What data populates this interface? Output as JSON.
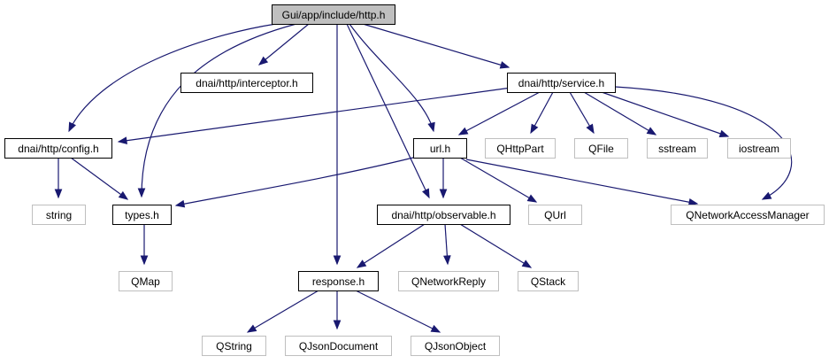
{
  "graph": {
    "edge_color": "#191970",
    "root_fill": "#bfbfbf",
    "external_border": "#bfbfbf",
    "nodes": [
      {
        "id": "http_h",
        "label": "Gui/app/include/http.h",
        "kind": "root"
      },
      {
        "id": "interceptor",
        "label": "dnai/http/interceptor.h",
        "kind": "file"
      },
      {
        "id": "service",
        "label": "dnai/http/service.h",
        "kind": "file"
      },
      {
        "id": "config",
        "label": "dnai/http/config.h",
        "kind": "file"
      },
      {
        "id": "url",
        "label": "url.h",
        "kind": "file"
      },
      {
        "id": "qhttppart",
        "label": "QHttpPart",
        "kind": "external"
      },
      {
        "id": "qfile",
        "label": "QFile",
        "kind": "external"
      },
      {
        "id": "sstream",
        "label": "sstream",
        "kind": "external"
      },
      {
        "id": "iostream",
        "label": "iostream",
        "kind": "external"
      },
      {
        "id": "string",
        "label": "string",
        "kind": "external"
      },
      {
        "id": "types",
        "label": "types.h",
        "kind": "file"
      },
      {
        "id": "observable",
        "label": "dnai/http/observable.h",
        "kind": "file"
      },
      {
        "id": "qurl",
        "label": "QUrl",
        "kind": "external"
      },
      {
        "id": "qnam",
        "label": "QNetworkAccessManager",
        "kind": "external"
      },
      {
        "id": "qmap",
        "label": "QMap",
        "kind": "external"
      },
      {
        "id": "response",
        "label": "response.h",
        "kind": "file"
      },
      {
        "id": "qnetworkreply",
        "label": "QNetworkReply",
        "kind": "external"
      },
      {
        "id": "qstack",
        "label": "QStack",
        "kind": "external"
      },
      {
        "id": "qstring",
        "label": "QString",
        "kind": "external"
      },
      {
        "id": "qjsondocument",
        "label": "QJsonDocument",
        "kind": "external"
      },
      {
        "id": "qjsonobject",
        "label": "QJsonObject",
        "kind": "external"
      }
    ],
    "edges": [
      {
        "from": "http_h",
        "to": "interceptor"
      },
      {
        "from": "http_h",
        "to": "service"
      },
      {
        "from": "http_h",
        "to": "config"
      },
      {
        "from": "http_h",
        "to": "types"
      },
      {
        "from": "http_h",
        "to": "url"
      },
      {
        "from": "http_h",
        "to": "observable"
      },
      {
        "from": "http_h",
        "to": "response"
      },
      {
        "from": "service",
        "to": "config"
      },
      {
        "from": "service",
        "to": "url"
      },
      {
        "from": "service",
        "to": "qhttppart"
      },
      {
        "from": "service",
        "to": "qfile"
      },
      {
        "from": "service",
        "to": "sstream"
      },
      {
        "from": "service",
        "to": "iostream"
      },
      {
        "from": "service",
        "to": "qnam"
      },
      {
        "from": "config",
        "to": "string"
      },
      {
        "from": "config",
        "to": "types"
      },
      {
        "from": "url",
        "to": "types"
      },
      {
        "from": "url",
        "to": "observable"
      },
      {
        "from": "url",
        "to": "qurl"
      },
      {
        "from": "url",
        "to": "qnam"
      },
      {
        "from": "types",
        "to": "qmap"
      },
      {
        "from": "observable",
        "to": "response"
      },
      {
        "from": "observable",
        "to": "qnetworkreply"
      },
      {
        "from": "observable",
        "to": "qstack"
      },
      {
        "from": "response",
        "to": "qstring"
      },
      {
        "from": "response",
        "to": "qjsondocument"
      },
      {
        "from": "response",
        "to": "qjsonobject"
      }
    ]
  }
}
